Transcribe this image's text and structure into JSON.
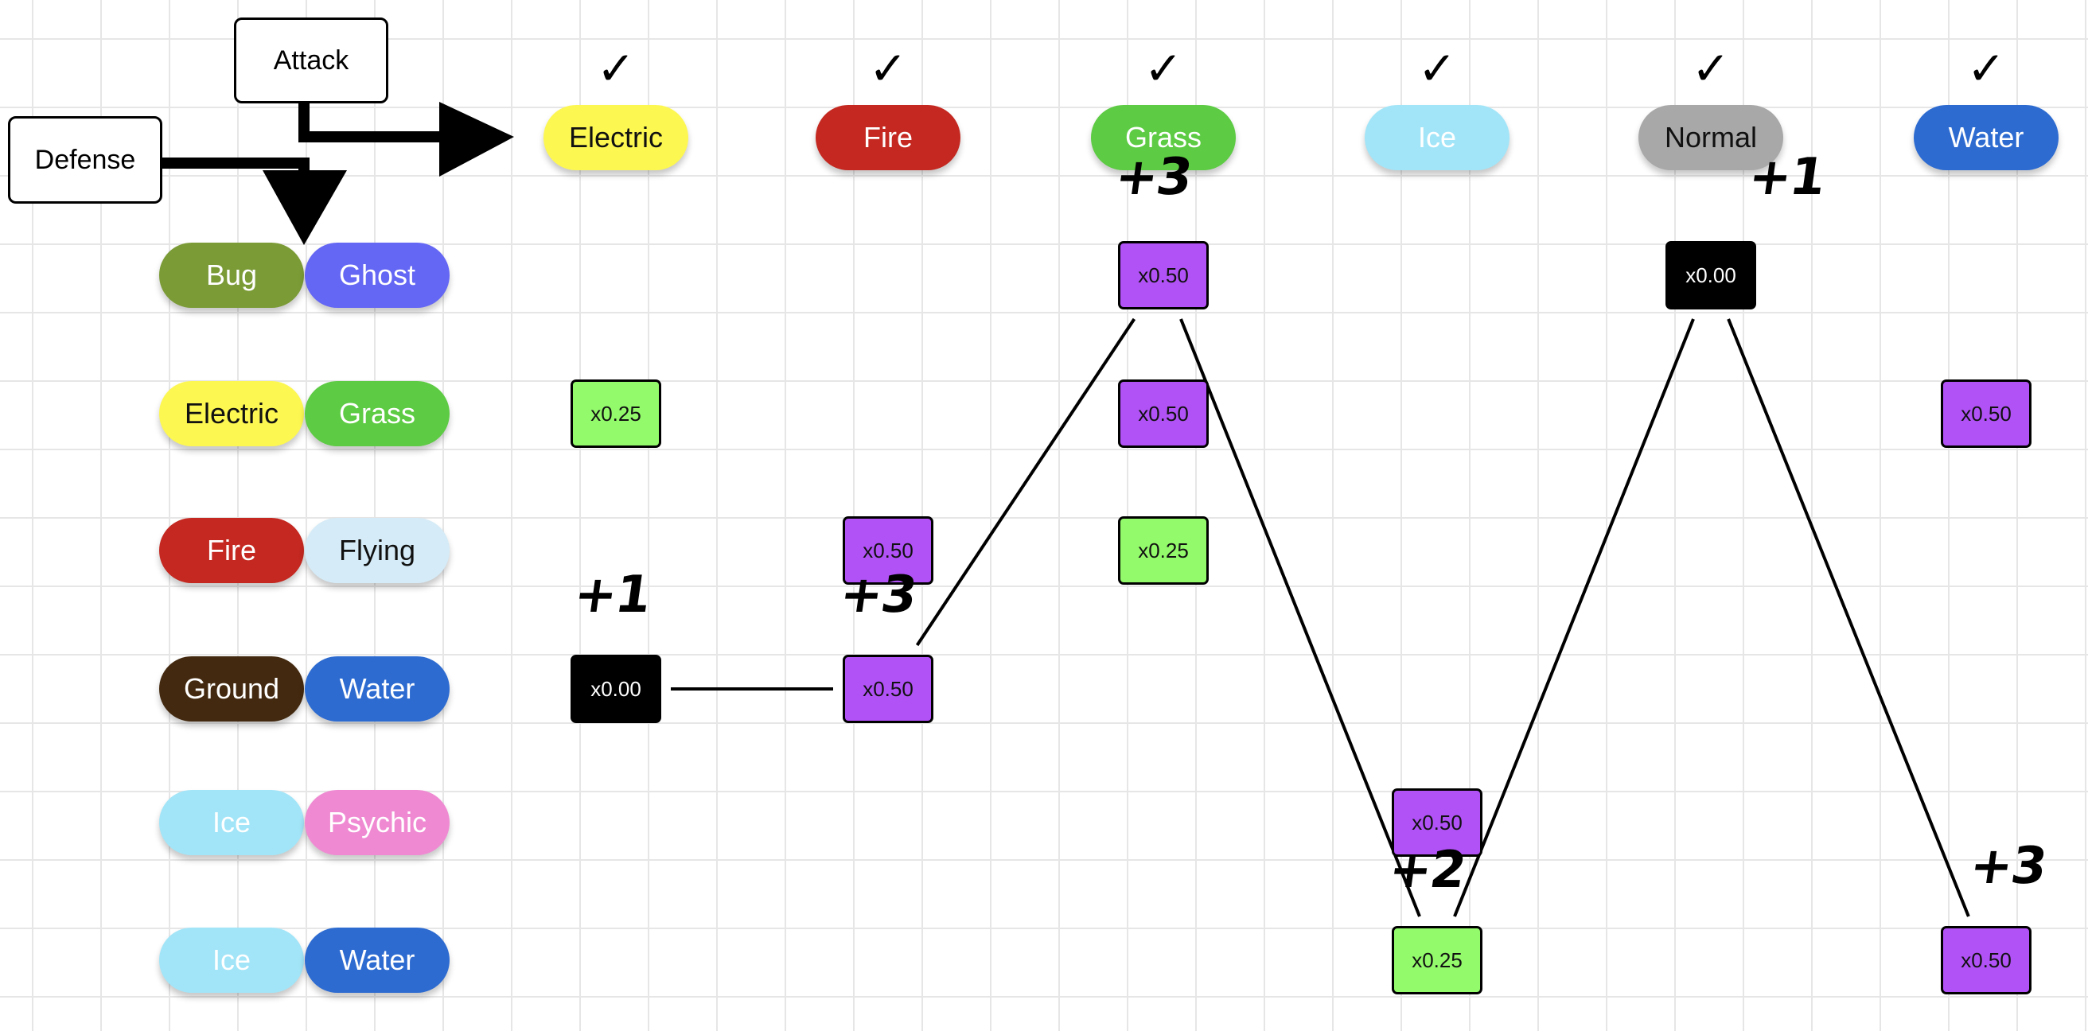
{
  "labels": {
    "attack": "Attack",
    "defense": "Defense"
  },
  "colors": {
    "Bug": "#7b9b36",
    "Ghost": "#6466f4",
    "Electric": "#fdf752",
    "Grass": "#5dcb43",
    "Fire": "#c42820",
    "Flying": "#d5ebf7",
    "Ground": "#43290f",
    "Water": "#2d6bd1",
    "Ice": "#a2e5f8",
    "Psychic": "#ef8ad2",
    "Normal": "#a8a8a8"
  },
  "attack_types": [
    {
      "check": "✓",
      "name": "Electric",
      "bg": "#fdf752",
      "fg": "#111111"
    },
    {
      "check": "✓",
      "name": "Fire",
      "bg": "#c42820",
      "fg": "#ffffff"
    },
    {
      "check": "✓",
      "name": "Grass",
      "bg": "#5dcb43",
      "fg": "#ffffff"
    },
    {
      "check": "✓",
      "name": "Ice",
      "bg": "#a2e5f8",
      "fg": "#ffffff"
    },
    {
      "check": "✓",
      "name": "Normal",
      "bg": "#a8a8a8",
      "fg": "#111111"
    },
    {
      "check": "✓",
      "name": "Water",
      "bg": "#2d6bd1",
      "fg": "#ffffff"
    }
  ],
  "defense_types": [
    {
      "type1": "Bug",
      "bg1": "#7b9b36",
      "fg1": "#ffffff",
      "type2": "Ghost",
      "bg2": "#6466f4",
      "fg2": "#ffffff"
    },
    {
      "type1": "Electric",
      "bg1": "#fdf752",
      "fg1": "#111111",
      "type2": "Grass",
      "bg2": "#5dcb43",
      "fg2": "#ffffff"
    },
    {
      "type1": "Fire",
      "bg1": "#c42820",
      "fg1": "#ffffff",
      "type2": "Flying",
      "bg2": "#d5ebf7",
      "fg2": "#111111"
    },
    {
      "type1": "Ground",
      "bg1": "#43290f",
      "fg1": "#ffffff",
      "type2": "Water",
      "bg2": "#2d6bd1",
      "fg2": "#ffffff"
    },
    {
      "type1": "Ice",
      "bg1": "#a2e5f8",
      "fg1": "#ffffff",
      "type2": "Psychic",
      "bg2": "#ef8ad2",
      "fg2": "#ffffff"
    },
    {
      "type1": "Ice",
      "bg1": "#a2e5f8",
      "fg1": "#ffffff",
      "type2": "Water",
      "bg2": "#2d6bd1",
      "fg2": "#ffffff"
    }
  ],
  "multiplier_colors": {
    "x0.00": "#000000",
    "x0.25": "#93fb6b",
    "x0.50": "#b152f6"
  },
  "cells": [
    {
      "col": 0,
      "row": 1,
      "text": "x0.25"
    },
    {
      "col": 0,
      "row": 3,
      "text": "x0.00"
    },
    {
      "col": 1,
      "row": 2,
      "text": "x0.50"
    },
    {
      "col": 1,
      "row": 3,
      "text": "x0.50"
    },
    {
      "col": 2,
      "row": 0,
      "text": "x0.50"
    },
    {
      "col": 2,
      "row": 1,
      "text": "x0.50"
    },
    {
      "col": 2,
      "row": 2,
      "text": "x0.25"
    },
    {
      "col": 3,
      "row": 4,
      "text": "x0.50"
    },
    {
      "col": 3,
      "row": 5,
      "text": "x0.25"
    },
    {
      "col": 4,
      "row": 0,
      "text": "x0.00"
    },
    {
      "col": 5,
      "row": 1,
      "text": "x0.50"
    },
    {
      "col": 5,
      "row": 5,
      "text": "x0.50"
    }
  ],
  "path": [
    {
      "col": 0,
      "row": 3,
      "bonus": "+1"
    },
    {
      "col": 1,
      "row": 3,
      "bonus": "+3"
    },
    {
      "col": 2,
      "row": 0,
      "bonus": "+3"
    },
    {
      "col": 3,
      "row": 5,
      "bonus": "+2"
    },
    {
      "col": 4,
      "row": 0,
      "bonus": "+1"
    },
    {
      "col": 5,
      "row": 5,
      "bonus": "+3"
    }
  ]
}
